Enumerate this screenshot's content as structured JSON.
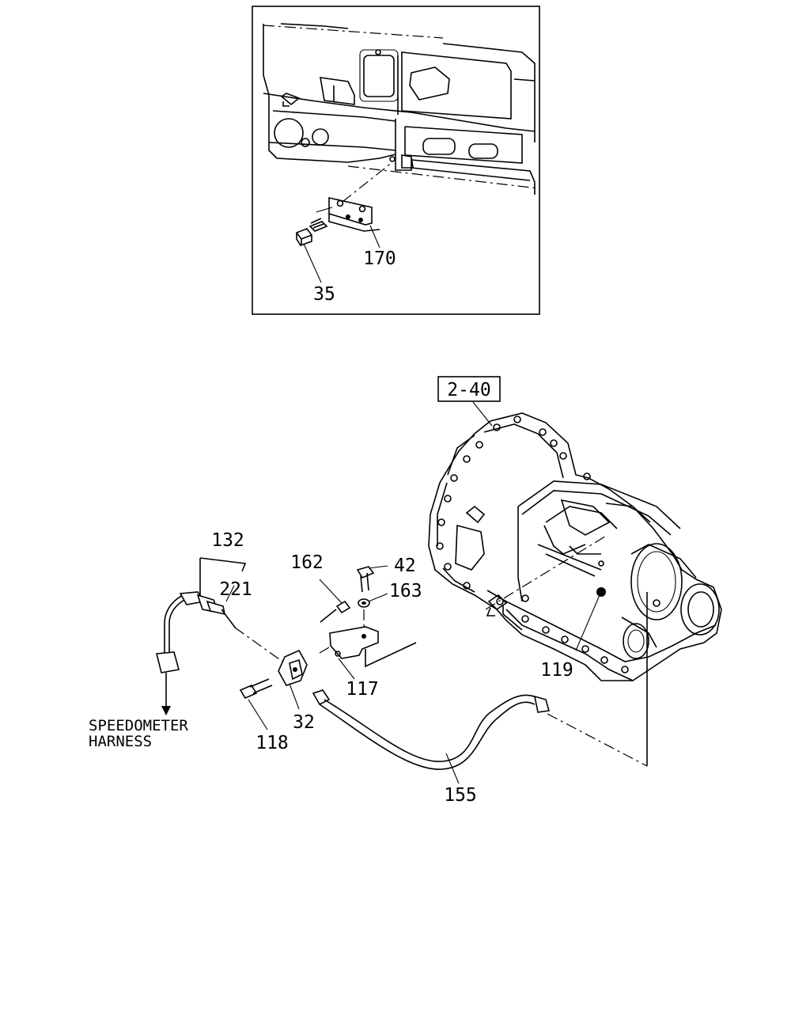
{
  "labels": {
    "p170": "170",
    "p35": "35",
    "ref": "2-40",
    "p132": "132",
    "p221": "221",
    "p162": "162",
    "p42": "42",
    "p163": "163",
    "p119": "119",
    "p117": "117",
    "p118": "118",
    "p32": "32",
    "p155": "155",
    "harness_line1": "SPEEDOMETER",
    "harness_line2": "HARNESS"
  }
}
